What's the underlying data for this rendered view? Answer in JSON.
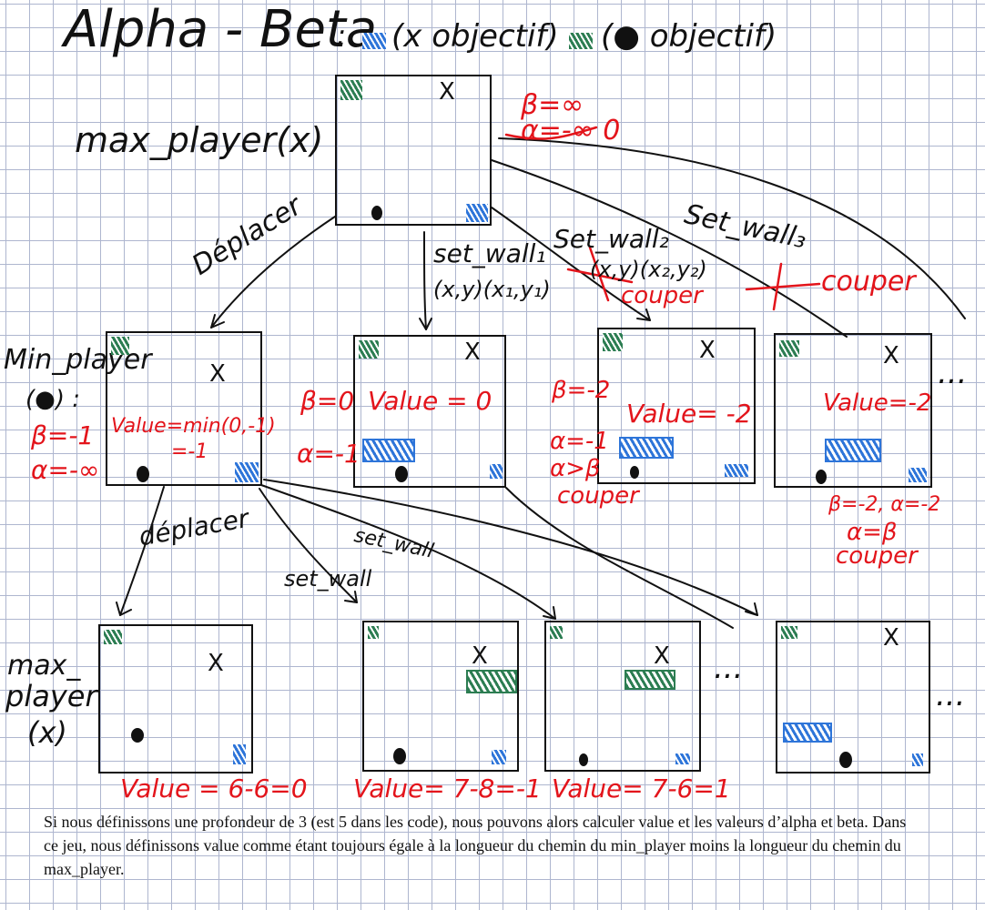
{
  "title": {
    "main": "Alpha - Beta",
    "sep": ":",
    "x_goal": "(x objectif)",
    "o_goal": "(● objectif)"
  },
  "levels": {
    "max_top": "max_player(x)",
    "min_line1": "Min_player",
    "min_line2": "(●) :",
    "max_bottom_1": "max_",
    "max_bottom_2": "player",
    "max_bottom_3": "(x)"
  },
  "edges": {
    "deplacer_top": "Déplacer",
    "set_wall_1": "set_wall₁",
    "set_wall_1_coords": "(x,y)(x₁,y₁)",
    "set_wall_2": "Set_wall₂",
    "set_wall_2_coords": "(x,y)(x₂,y₂)",
    "set_wall_3": "Set_wall₃",
    "deplacer_mid": "déplacer",
    "set_wall_mid_a": "set_wall",
    "set_wall_mid_b": "set_wall"
  },
  "cut_labels": {
    "couper_sw2": "couper",
    "couper_sw3": "couper"
  },
  "root": {
    "beta": "β=∞",
    "alpha": "α=-∞ 0"
  },
  "min_node": {
    "beta": "β=-1",
    "alpha": "α=-∞",
    "value_1": "Value=min(0,-1)",
    "value_2": "=-1"
  },
  "sw1_node": {
    "beta": "β=0",
    "alpha": "α=-1",
    "value": "Value = 0"
  },
  "sw2_node": {
    "beta": "β=-2",
    "alpha1": "α=-1",
    "alpha2": "α>β",
    "cut": "couper",
    "value": "Value= -2"
  },
  "sw3_node": {
    "value": "Value=-2",
    "ab": "β=-2, α=-2",
    "eq": "α=β",
    "cut": "couper"
  },
  "leaves": [
    {
      "value": "Value = 6-6=0"
    },
    {
      "value": "Value= 7-8=-1"
    },
    {
      "value": "Value= 7-6=1"
    }
  ],
  "marks": {
    "x": "X",
    "ellipsis": "...",
    "cut_cross": "✕",
    "cut_plus": "+"
  },
  "caption": "Si nous définissons une profondeur de 3 (est 5 dans les code), nous pouvons alors calculer value et les valeurs d’alpha et beta. Dans ce jeu, nous définissons value comme étant toujours égale à la longueur du chemin du min_player moins la longueur du chemin du max_player.",
  "colors": {
    "ink": "#111111",
    "red": "#e3141b",
    "green": "#2c7d52",
    "blue": "#2e75d9",
    "grid": "#aeb6cf"
  }
}
